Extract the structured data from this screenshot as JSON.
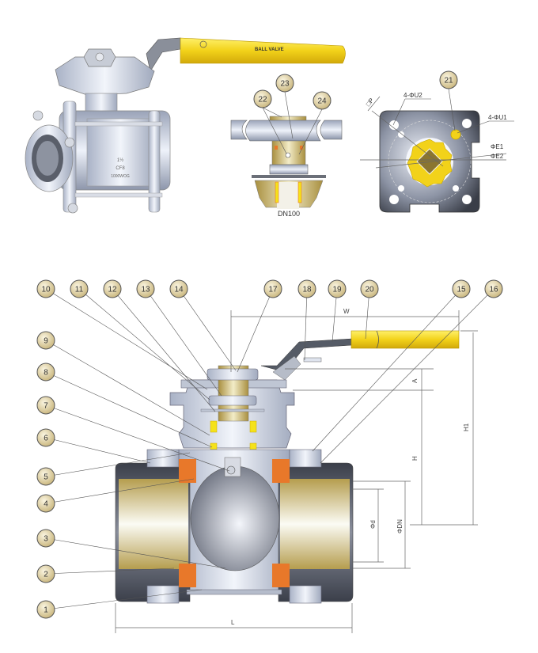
{
  "photo": {
    "handle_text": "BALL VALVE",
    "body_markings": [
      "1½",
      "CF8",
      "1000WOG"
    ]
  },
  "stem_detail": {
    "caption": "DN100",
    "callouts": [
      "22",
      "23",
      "24"
    ]
  },
  "flange_detail": {
    "callout": "21",
    "labels": {
      "p": "□P",
      "u2": "4-ΦU2",
      "u1": "4-ΦU1",
      "e1": "ΦE1",
      "e2": "ΦE2"
    }
  },
  "section": {
    "callouts": [
      "10",
      "11",
      "12",
      "13",
      "14",
      "17",
      "18",
      "19",
      "20",
      "15",
      "16",
      "9",
      "8",
      "7",
      "6",
      "5",
      "4",
      "3",
      "2",
      "1"
    ],
    "dimensions": {
      "w": "W",
      "a": "A",
      "h": "H",
      "h1": "H1",
      "d": "Φd",
      "dn": "ΦDN",
      "l": "L"
    }
  },
  "colors": {
    "handle": "#f2d21a",
    "seat": "#e8782a",
    "packing": "#f5e21a",
    "steel": "#c8d0e0"
  }
}
